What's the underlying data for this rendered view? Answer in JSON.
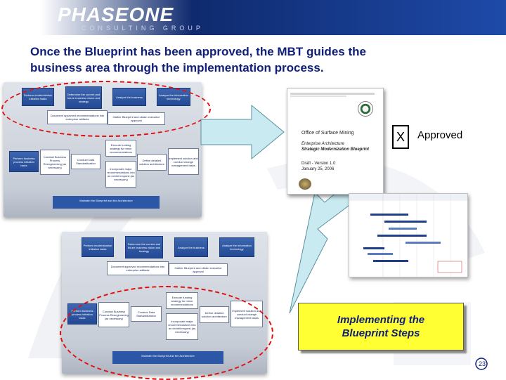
{
  "header": {
    "logo_main": "PHASEONE",
    "logo_sub": "CONSULTING GROUP"
  },
  "title": {
    "line1": "Once the Blueprint has been approved, the MBT guides the",
    "line2": "business area through the implementation process."
  },
  "blueprint_diagram": {
    "boxes": [
      "Perform modernization initiation tasks",
      "Determine the current and future business vision and strategy",
      "Analyze the business",
      "Analyze the information technology",
      "Document approved recommendations into enterprise artifacts",
      "Gather Blueprint and obtain executive approval",
      "Execute funding strategy for minor recommendations",
      "Perform business process initiation tasks",
      "Conduct Business Process Reengineering (as necessary)",
      "Conduct Data Standardization",
      "Define detailed solution architecture",
      "Implement solution and conduct change management tasks",
      "Incorporate major recommendations into an exhibit request (as necessary)"
    ],
    "base_label": "Maintain the Blueprint and the Architecture"
  },
  "document": {
    "agency": "Office of Surface Mining",
    "subtitle1": "Enterprise Architecture",
    "subtitle2": "Strategic Modernization Blueprint",
    "version": "Draft - Version 1.0",
    "date": "January 25, 2006"
  },
  "approval": {
    "mark": "X",
    "label": "Approved"
  },
  "callout": {
    "line1": "Implementing the",
    "line2": "Blueprint Steps"
  },
  "page_number": "23",
  "colors": {
    "header_dark": "#0f2a6e",
    "title": "#10207a",
    "arrow_fill": "#c9eaf0",
    "ellipse": "#e01010",
    "callout_fill": "#ffff33"
  }
}
